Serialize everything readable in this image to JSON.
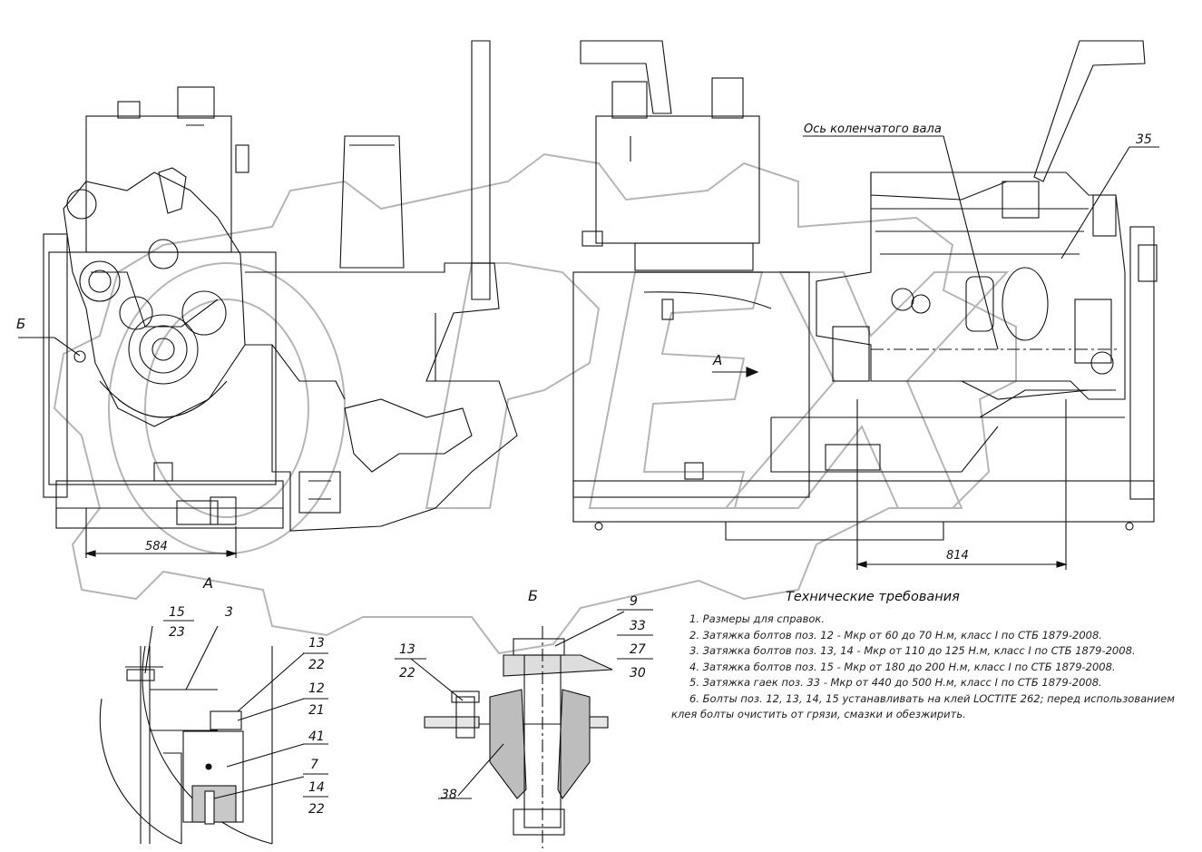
{
  "callouts": {
    "b_view_label": "Б",
    "b_section_label": "Б",
    "a_view_label": "A",
    "a_arrow_label": "A",
    "crankshaft_axis": "Ось коленчатого вала",
    "pos_35": "35"
  },
  "dimensions": {
    "left": "584",
    "right": "814"
  },
  "detail_a": {
    "pairs": [
      {
        "top": "15",
        "bottom": "23"
      },
      {
        "top": "13",
        "bottom": "22"
      },
      {
        "top": "12",
        "bottom": "21"
      },
      {
        "top": "7",
        "middle": "14",
        "bottom": "22"
      }
    ],
    "singles": [
      "3",
      "41"
    ]
  },
  "detail_b": {
    "stack": [
      "9",
      "33",
      "27",
      "30"
    ],
    "pair": {
      "top": "13",
      "bottom": "22"
    },
    "single": "38"
  },
  "requirements": {
    "title": "Технические требования",
    "items": [
      "1. Размеры для справок.",
      "2. Затяжка болтов поз. 12 - Мкр от 60 до 70 Н.м, класс I  по СТБ 1879-2008.",
      "3. Затяжка болтов поз. 13, 14 - Мкр от 110 до 125 Н.м, класс I  по СТБ 1879-2008.",
      "4. Затяжка болтов поз. 15 - Мкр от 180 до 200 Н.м, класс I  по СТБ 1879-2008.",
      "5. Затяжка гаек поз. 33 - Мкр от 440 до 500 Н.м, класс I  по СТБ 1879-2008.",
      "6. Болты поз. 12, 13, 14, 15 устанавливать на клей LOCTITE 262; перед использованием",
      "клея болты очистить от грязи, смазки и обезжирить."
    ]
  },
  "watermark": {
    "brand_color": "#9a9a9a",
    "text": "ОРЕХ"
  }
}
